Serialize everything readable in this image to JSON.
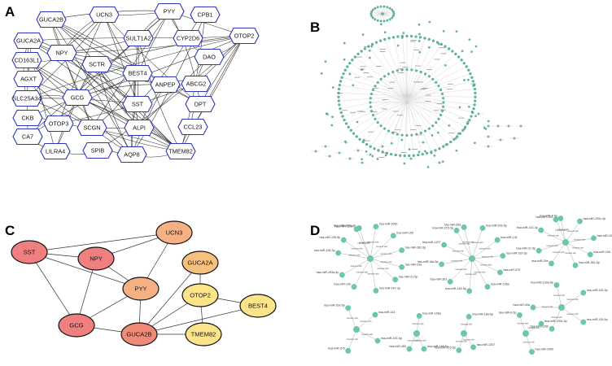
{
  "panel_a": {
    "letter": "A",
    "nodes": [
      "GUCA2B",
      "UCN3",
      "PYY",
      "CPB1",
      "GUCA2A",
      "NPY",
      "SULT1A2",
      "CYP2D6",
      "OTOP2",
      "CD163L1",
      "SCTR",
      "DAO",
      "AGXT",
      "BEST4",
      "ANPEP",
      "ABCG2",
      "SLC25A34",
      "GCG",
      "SST",
      "DPT",
      "CKB",
      "OTOP3",
      "SCGN",
      "ALPI",
      "CCL23",
      "CA7",
      "LILRA4",
      "SPIB",
      "AQP8",
      "TMEM82"
    ]
  },
  "panel_b": {
    "letter": "B"
  },
  "panel_c": {
    "letter": "C",
    "nodes": [
      "UCN3",
      "SST",
      "NPY",
      "GUCA2A",
      "PYY",
      "OTOP2",
      "BEST4",
      "GCG",
      "GUCA2B",
      "TMEM82"
    ]
  },
  "panel_d": {
    "letter": "D",
    "edge_label": "interacts with",
    "mirna_labels": [
      "hsa-miR-200c-3p",
      "hsa-miR-200b",
      "hsa-miR-155",
      "hsa-miR-362-5p",
      "hsa-miR-29a",
      "hsa-miR-21-5p",
      "hsa-miR-142-3p",
      "hsa-miR-143",
      "hsa-miR-193a-5p",
      "hsa-miR-126-3p",
      "hsa-miR-139-5p",
      "hsa-miR-125b",
      "hsa-miR-30a",
      "hsa-miR-20a-5p",
      "hsa-miR-141",
      "hsa-miR-192-5p",
      "hsa-miR-375",
      "hsa-miR-106a",
      "hsa-miR-145-5p",
      "hsa-miR-363",
      "hsa-miR-18a-5p",
      "hsa-miR-1207",
      "hsa-miR-215-5p",
      "hsa-miR-9-5p"
    ]
  }
}
